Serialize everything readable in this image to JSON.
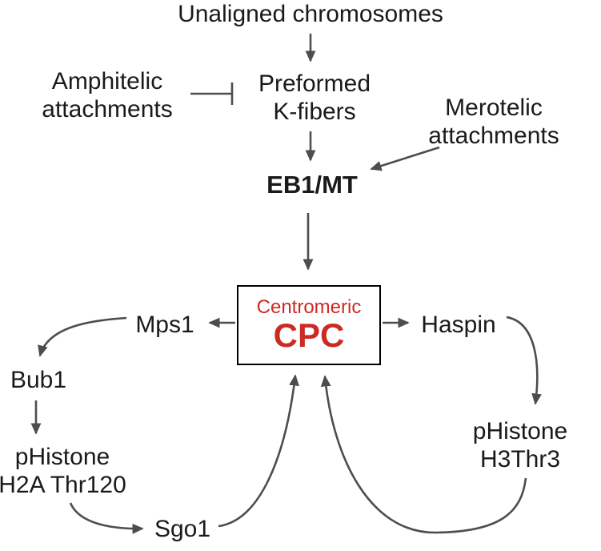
{
  "colors": {
    "text": "#1a1a1a",
    "arrow": "#4d4d4d",
    "accent-red": "#cb2b24",
    "box-border": "#000000",
    "background": "#ffffff"
  },
  "nodes": {
    "unaligned": "Unaligned chromosomes",
    "amphitelic": "Amphitelic\nattachments",
    "preformed_kfibers": "Preformed\nK-fibers",
    "merotelic": "Merotelic\nattachments",
    "eb1_mt": "EB1/MT",
    "cpc_sub": "Centromeric",
    "cpc": "CPC",
    "mps1": "Mps1",
    "haspin": "Haspin",
    "bub1": "Bub1",
    "phistone_h2a": "pHistone\nH2A Thr120",
    "sgo1": "Sgo1",
    "phistone_h3": "pHistone\nH3Thr3"
  }
}
